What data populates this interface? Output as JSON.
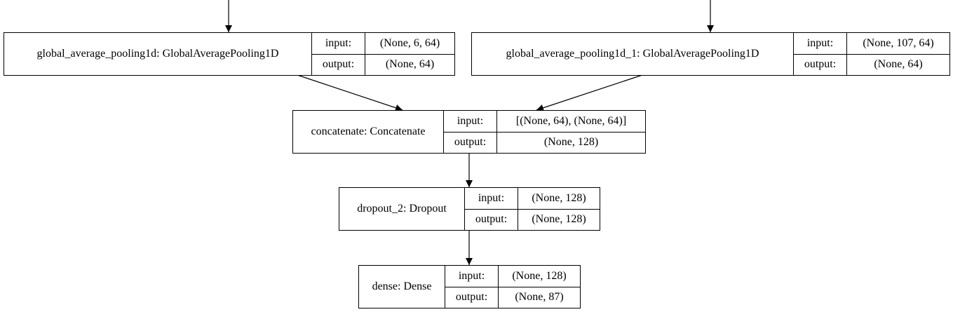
{
  "diagram": {
    "nodes": [
      {
        "id": "gap1",
        "label": "global_average_pooling1d: GlobalAveragePooling1D",
        "input_key": "input:",
        "input_value": "(None, 6, 64)",
        "output_key": "output:",
        "output_value": "(None, 64)"
      },
      {
        "id": "gap2",
        "label": "global_average_pooling1d_1: GlobalAveragePooling1D",
        "input_key": "input:",
        "input_value": "(None, 107, 64)",
        "output_key": "output:",
        "output_value": "(None, 64)"
      },
      {
        "id": "concat",
        "label": "concatenate: Concatenate",
        "input_key": "input:",
        "input_value": "[(None, 64), (None, 64)]",
        "output_key": "output:",
        "output_value": "(None, 128)"
      },
      {
        "id": "dropout",
        "label": "dropout_2: Dropout",
        "input_key": "input:",
        "input_value": "(None, 128)",
        "output_key": "output:",
        "output_value": "(None, 128)"
      },
      {
        "id": "dense",
        "label": "dense: Dense",
        "input_key": "input:",
        "input_value": "(None, 128)",
        "output_key": "output:",
        "output_value": "(None, 87)"
      }
    ],
    "edges": [
      {
        "from": "",
        "to": "gap1"
      },
      {
        "from": "",
        "to": "gap2"
      },
      {
        "from": "gap1",
        "to": "concat"
      },
      {
        "from": "gap2",
        "to": "concat"
      },
      {
        "from": "concat",
        "to": "dropout"
      },
      {
        "from": "dropout",
        "to": "dense"
      }
    ],
    "edge_color": "#000000"
  }
}
